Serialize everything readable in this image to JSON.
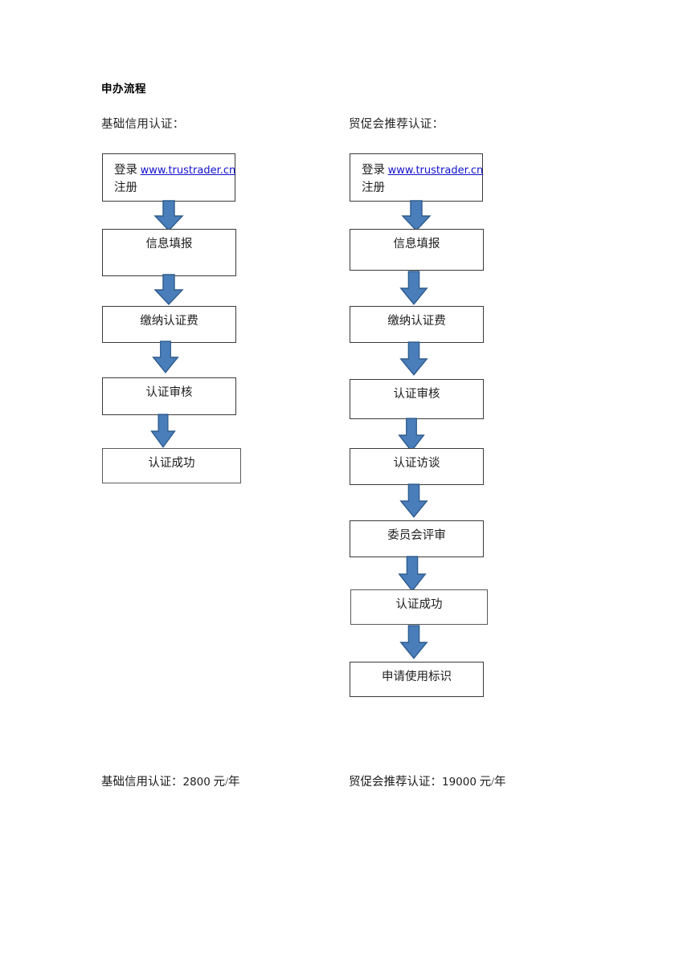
{
  "document": {
    "title": "申办流程"
  },
  "columns": [
    {
      "key": "basic",
      "label": "基础信用认证：",
      "start_node": {
        "prefix": "登录 ",
        "url": "www.trustrader.cn",
        "second_line": "注册"
      },
      "steps": [
        {
          "label": "信息填报"
        },
        {
          "label": "缴纳认证费"
        },
        {
          "label": "认证审核"
        },
        {
          "label": "认证成功"
        }
      ],
      "footer": {
        "label": "基础信用认证：",
        "amount": "2800",
        "unit": " 元/年"
      }
    },
    {
      "key": "ccpit",
      "label": "贸促会推荐认证：",
      "start_node": {
        "prefix": "登录 ",
        "url": "www.trustrader.cn",
        "second_line": "注册"
      },
      "steps": [
        {
          "label": "信息填报"
        },
        {
          "label": "缴纳认证费"
        },
        {
          "label": "认证审核"
        },
        {
          "label": "认证访谈"
        },
        {
          "label": "委员会评审"
        },
        {
          "label": "认证成功"
        },
        {
          "label": "申请使用标识"
        }
      ],
      "footer": {
        "label": "贸促会推荐认证：",
        "amount": "19000",
        "unit": " 元/年"
      }
    }
  ],
  "colors": {
    "arrow_fill": "#4a7ebb",
    "arrow_fill_dark": "#3d6ca6",
    "arrow_stroke": "#2e5b8c",
    "box_border": "#3a3a3a",
    "link": "#1111cc",
    "text": "#1c1c1c"
  },
  "icons": {
    "arrow": "down-arrow-icon"
  }
}
